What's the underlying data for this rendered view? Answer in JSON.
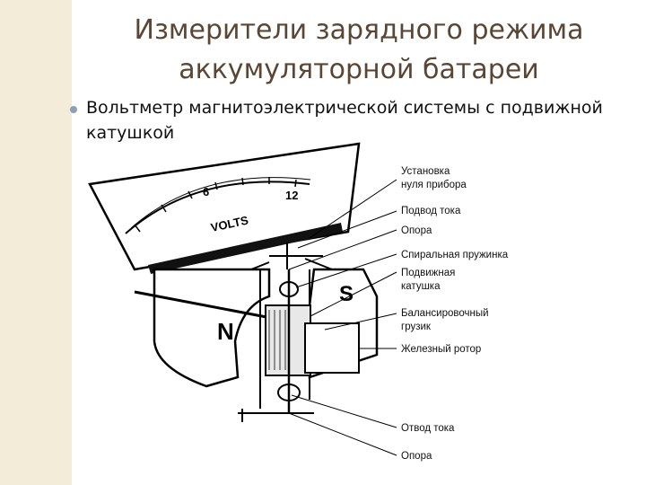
{
  "title": {
    "line1": "Измерители зарядного режима",
    "line2": "аккумуляторной батареи"
  },
  "bullet": {
    "text": "Вольтметр магнитоэлектрической системы с подвижной катушкой"
  },
  "figure": {
    "scale": {
      "tick_6": "6",
      "tick_12": "12",
      "unit": "VOLTS"
    },
    "pole_north": "N",
    "pole_south": "S",
    "callouts": [
      {
        "id": "zero-setting",
        "lines": [
          "Установка",
          "нуля прибора"
        ]
      },
      {
        "id": "current-lead-in",
        "lines": [
          "Подвод тока"
        ]
      },
      {
        "id": "support-top",
        "lines": [
          "Опора"
        ]
      },
      {
        "id": "spiral-spring",
        "lines": [
          "Спиральная пружинка"
        ]
      },
      {
        "id": "moving-coil",
        "lines": [
          "Подвижная",
          "катушка"
        ]
      },
      {
        "id": "balance-weight",
        "lines": [
          "Балансировочный",
          "грузик"
        ]
      },
      {
        "id": "iron-rotor",
        "lines": [
          "Железный ротор"
        ]
      },
      {
        "id": "current-lead-out",
        "lines": [
          "Отвод тока"
        ]
      },
      {
        "id": "support-bottom",
        "lines": [
          "Опора"
        ]
      }
    ]
  }
}
